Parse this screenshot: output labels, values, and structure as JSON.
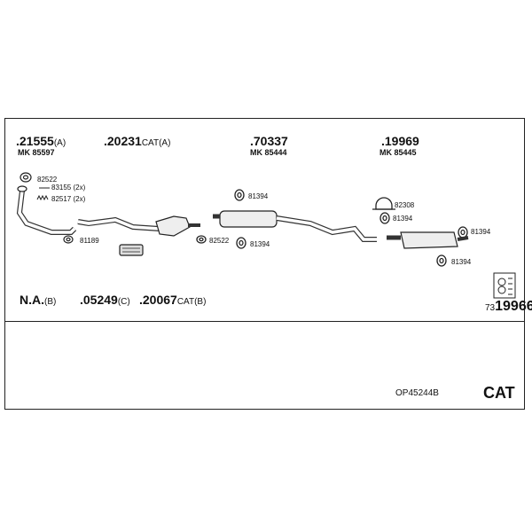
{
  "parts": {
    "p1": {
      "number": ".21555",
      "suffix": "(A)",
      "mk": "MK  85597"
    },
    "p2": {
      "number": ".20231",
      "suffix": "CAT(A)"
    },
    "p3": {
      "number": ".70337",
      "mk": "MK  85444"
    },
    "p4": {
      "number": ".19969",
      "mk": "MK  85445"
    },
    "p5": {
      "number": "N.A.",
      "suffix": "(B)"
    },
    "p6": {
      "number": ".05249",
      "suffix": "(C)"
    },
    "p7": {
      "number": ".20067",
      "suffix": "CAT(B)"
    }
  },
  "callouts": {
    "c82522a": "82522",
    "c83155": "83155 (2x)",
    "c82517": "82517 (2x)",
    "c81189": "81189",
    "c82522b": "82522",
    "c81394a": "81394",
    "c81394b": "81394",
    "c82308": "82308",
    "c81394c": "81394",
    "c81394d": "81394",
    "c81394e": "81394"
  },
  "kit": {
    "prefix": "73",
    "number": "19966"
  },
  "footer": {
    "code": "OP45244B",
    "tag": "CAT"
  },
  "icons": [
    "exhaust-front-pipe-icon",
    "gasket-icon",
    "spring-bolt-icon",
    "catalytic-converter-icon",
    "middle-silencer-icon",
    "rubber-hanger-icon",
    "clamp-icon",
    "rear-silencer-icon",
    "mounting-kit-icon"
  ]
}
